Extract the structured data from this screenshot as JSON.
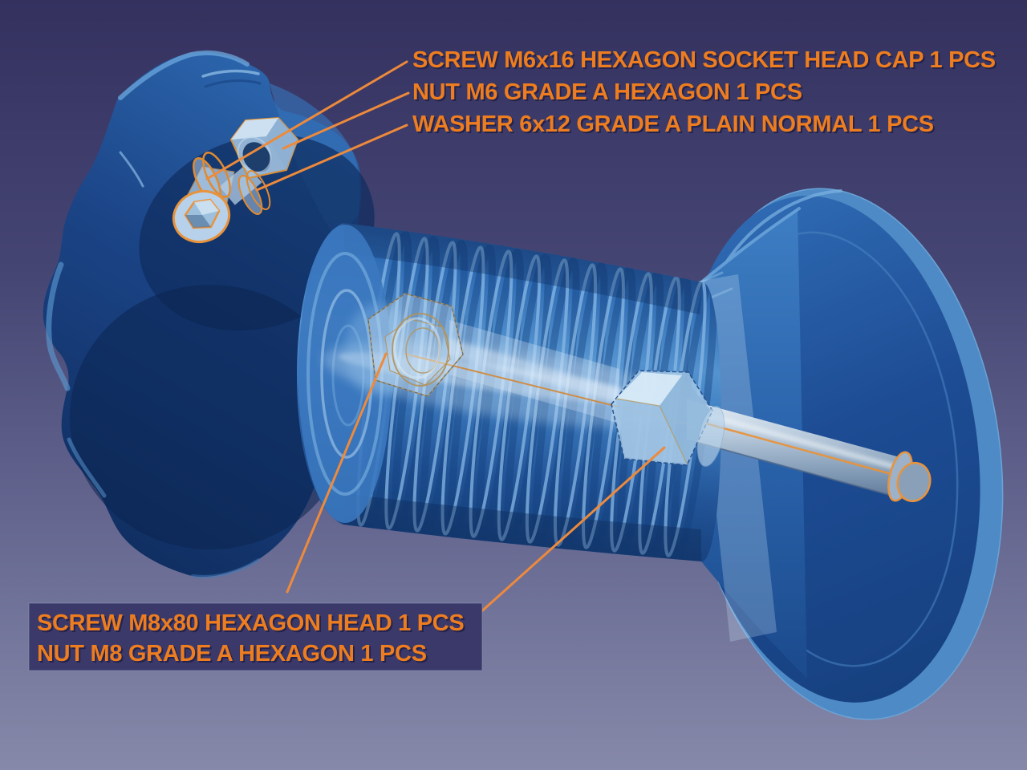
{
  "callouts": {
    "screw_m6": {
      "label": "SCREW M6x16 HEXAGON SOCKET HEAD CAP 1 PCS"
    },
    "nut_m6": {
      "label": "NUT M6 GRADE A HEXAGON 1 PCS"
    },
    "washer_6x12": {
      "label": "WASHER 6x12 GRADE A PLAIN NORMAL 1 PCS"
    },
    "screw_m8": {
      "label": "SCREW M8x80 HEXAGON HEAD 1 PCS"
    },
    "nut_m8": {
      "label": "NUT M8 GRADE A HEXAGON 1 PCS"
    }
  },
  "colors": {
    "annotation_orange": "#ED7D1F",
    "leader_orange": "#ED8A3C",
    "selected_edge_orange": "#E8933C",
    "ghost_edge_tan": "#B3925A",
    "label_box_navy": "#3B3969",
    "background_top": "#34315F",
    "background_bottom": "#8689A9",
    "body_blue": "#2A63AD",
    "body_dark_blue": "#12306A",
    "ghost_steel_blue": "#BCD6EC",
    "shaft_silver": "#B9C9DA"
  }
}
